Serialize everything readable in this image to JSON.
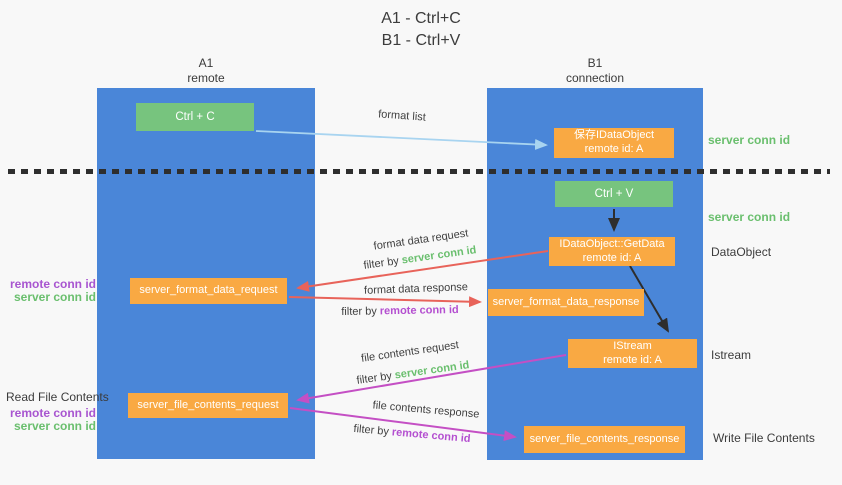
{
  "title": {
    "line1": "A1 - Ctrl+C",
    "line2": "B1 - Ctrl+V"
  },
  "columns": {
    "left": {
      "header_line1": "A1",
      "header_line2": "remote"
    },
    "right": {
      "header_line1": "B1",
      "header_line2": "connection"
    }
  },
  "boxes": {
    "ctrl_c": {
      "label": "Ctrl + C"
    },
    "save_idataobject": {
      "line1": "保存IDataObject",
      "line2": "remote id: A"
    },
    "ctrl_v": {
      "label": "Ctrl + V"
    },
    "getdata": {
      "line1": "IDataObject::GetData",
      "line2": "remote id: A"
    },
    "format_request": {
      "label": "server_format_data_request"
    },
    "format_response": {
      "label": "server_format_data_response"
    },
    "istream": {
      "line1": "IStream",
      "line2": "remote id: A"
    },
    "file_request": {
      "label": "server_file_contents_request"
    },
    "file_response": {
      "label": "server_file_contents_response"
    }
  },
  "arrow_labels": {
    "format_list": "format list",
    "format_data_request": "format data request",
    "format_data_response": "format data response",
    "file_contents_request": "file contents request",
    "file_contents_response": "file contents response",
    "filter_by": "filter by ",
    "server_conn_id": "server conn id",
    "remote_conn_id": "remote conn id"
  },
  "side_labels": {
    "server_conn_id_top": "server conn id",
    "server_conn_id_mid": "server conn id",
    "dataobject": "DataObject",
    "istream": "Istream",
    "write_file_contents": "Write File Contents",
    "read_file_contents": "Read File Contents",
    "remote_conn_id": "remote conn id",
    "server_conn_id": "server conn id"
  },
  "colors": {
    "lane_blue": "#4a86d8",
    "node_green": "#77c47e",
    "node_orange": "#f9a943",
    "arrow_lightblue": "#a8d4f0",
    "arrow_red": "#e8635a",
    "arrow_magenta": "#c44fc4",
    "arrow_black": "#2e2e2e",
    "text_green": "#6abf6e",
    "text_purple": "#a855d0"
  }
}
